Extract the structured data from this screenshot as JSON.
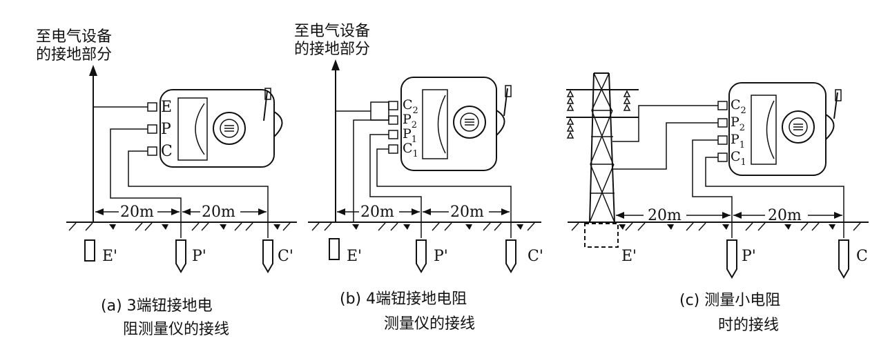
{
  "panels": [
    {
      "id": "a",
      "top_label": [
        "至电气设备",
        "的接地部分"
      ],
      "terminals": [
        [
          "E",
          ""
        ],
        [
          "P",
          ""
        ],
        [
          "C",
          ""
        ]
      ],
      "distances": [
        "20m",
        "20m"
      ],
      "electrodes": [
        "E'",
        "P'",
        "C'"
      ],
      "caption": [
        "(a) 3端钮接地电",
        "阻测量仪的接线"
      ]
    },
    {
      "id": "b",
      "top_label": [
        "至电气设备",
        "的接地部分"
      ],
      "terminals": [
        [
          "C",
          "2"
        ],
        [
          "P",
          "2"
        ],
        [
          "P",
          "1"
        ],
        [
          "C",
          "1"
        ]
      ],
      "distances": [
        "20m",
        "20m"
      ],
      "electrodes": [
        "E'",
        "P'",
        "C'"
      ],
      "caption": [
        "(b) 4端钮接地电阻",
        "测量仪的接线"
      ]
    },
    {
      "id": "c",
      "terminals": [
        [
          "C",
          "2"
        ],
        [
          "P",
          "2"
        ],
        [
          "P",
          "1"
        ],
        [
          "C",
          "1"
        ]
      ],
      "distances": [
        "20m",
        "20m"
      ],
      "electrodes": [
        "E'",
        "P'",
        "C"
      ],
      "caption": [
        "(c) 测量小电阻",
        "时的接线"
      ]
    }
  ],
  "icons": {
    "meter": "earth-resistance-tester-icon",
    "dial": "selector-dial-icon",
    "crank": "hand-crank-icon",
    "electrode": "ground-spike-icon",
    "tower": "transmission-tower-icon"
  }
}
